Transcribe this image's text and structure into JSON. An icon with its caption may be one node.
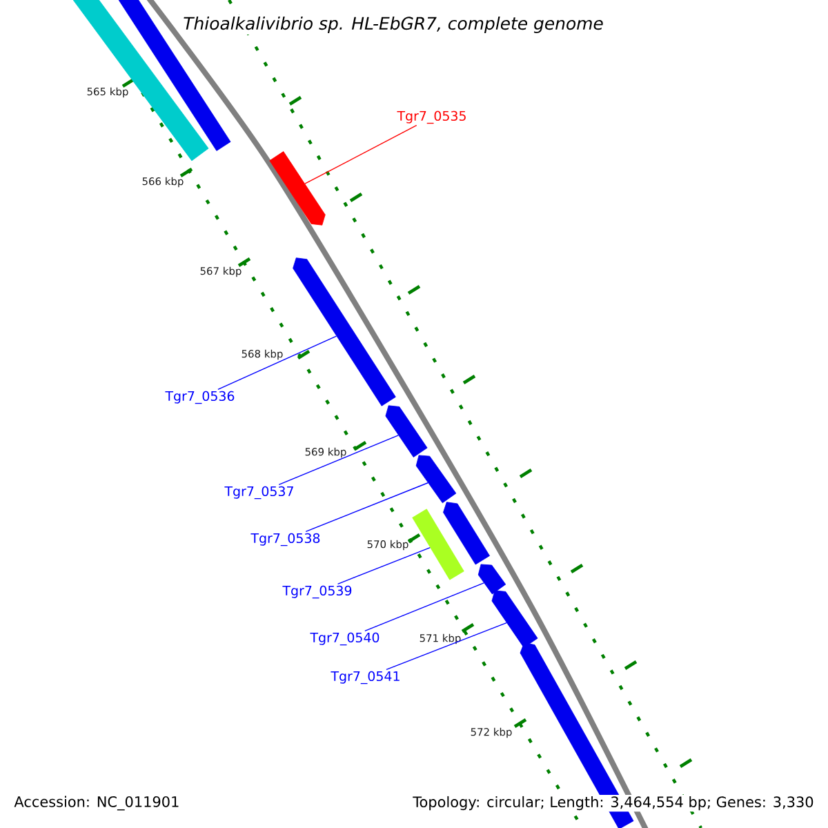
{
  "diagram": {
    "title": "Thioalkalivibrio sp. HL-EbGR7, complete genome",
    "nodes": [
      {
        "text": [],
        "shape": "bar"
      },
      {
        "text": [],
        "shape": "bar"
      },
      {
        "text": [],
        "shape": "bar"
      },
      {
        "text": [],
        "shape": "bar"
      },
      {
        "text": [],
        "shape": "bar"
      },
      {
        "text": [],
        "shape": "bar"
      },
      {
        "text": [],
        "shape": "bar"
      },
      {
        "text": [],
        "shape": "bar"
      },
      {
        "text": [],
        "shape": "bar"
      },
      {
        "text": [],
        "shape": "bar"
      },
      {
        "text": [],
        "shape": "bar"
      },
      {
        "text": [
          "Tgr7_0535"
        ]
      },
      {
        "text": [
          "Tgr7_0536"
        ]
      },
      {
        "text": [
          "Tgr7_0537"
        ]
      },
      {
        "text": [
          "Tgr7_0538"
        ]
      },
      {
        "text": [
          "Tgr7_0539"
        ]
      },
      {
        "text": [
          "Tgr7_0540"
        ]
      },
      {
        "text": [
          "Tgr7_0541"
        ]
      }
    ],
    "edges": [
      {
        "from": 11,
        "to": 2,
        "arrow": "none",
        "color": "#ff0000"
      },
      {
        "from": 12,
        "to": 3,
        "arrow": "none"
      },
      {
        "from": 13,
        "to": 4,
        "arrow": "none"
      },
      {
        "from": 14,
        "to": 5,
        "arrow": "none"
      },
      {
        "from": 15,
        "to": 7,
        "arrow": "none"
      },
      {
        "from": 16,
        "to": 8,
        "arrow": "none"
      },
      {
        "from": 17,
        "to": 9,
        "arrow": "none"
      }
    ],
    "labels": [
      "565 kbp",
      "566 kbp",
      "567 kbp",
      "568 kbp",
      "569 kbp",
      "570 kbp",
      "571 kbp",
      "572 kbp",
      "Accession: NC_011901",
      "Topology: circular; Length: 3,464,554 bp; Genes: 3,330"
    ]
  }
}
